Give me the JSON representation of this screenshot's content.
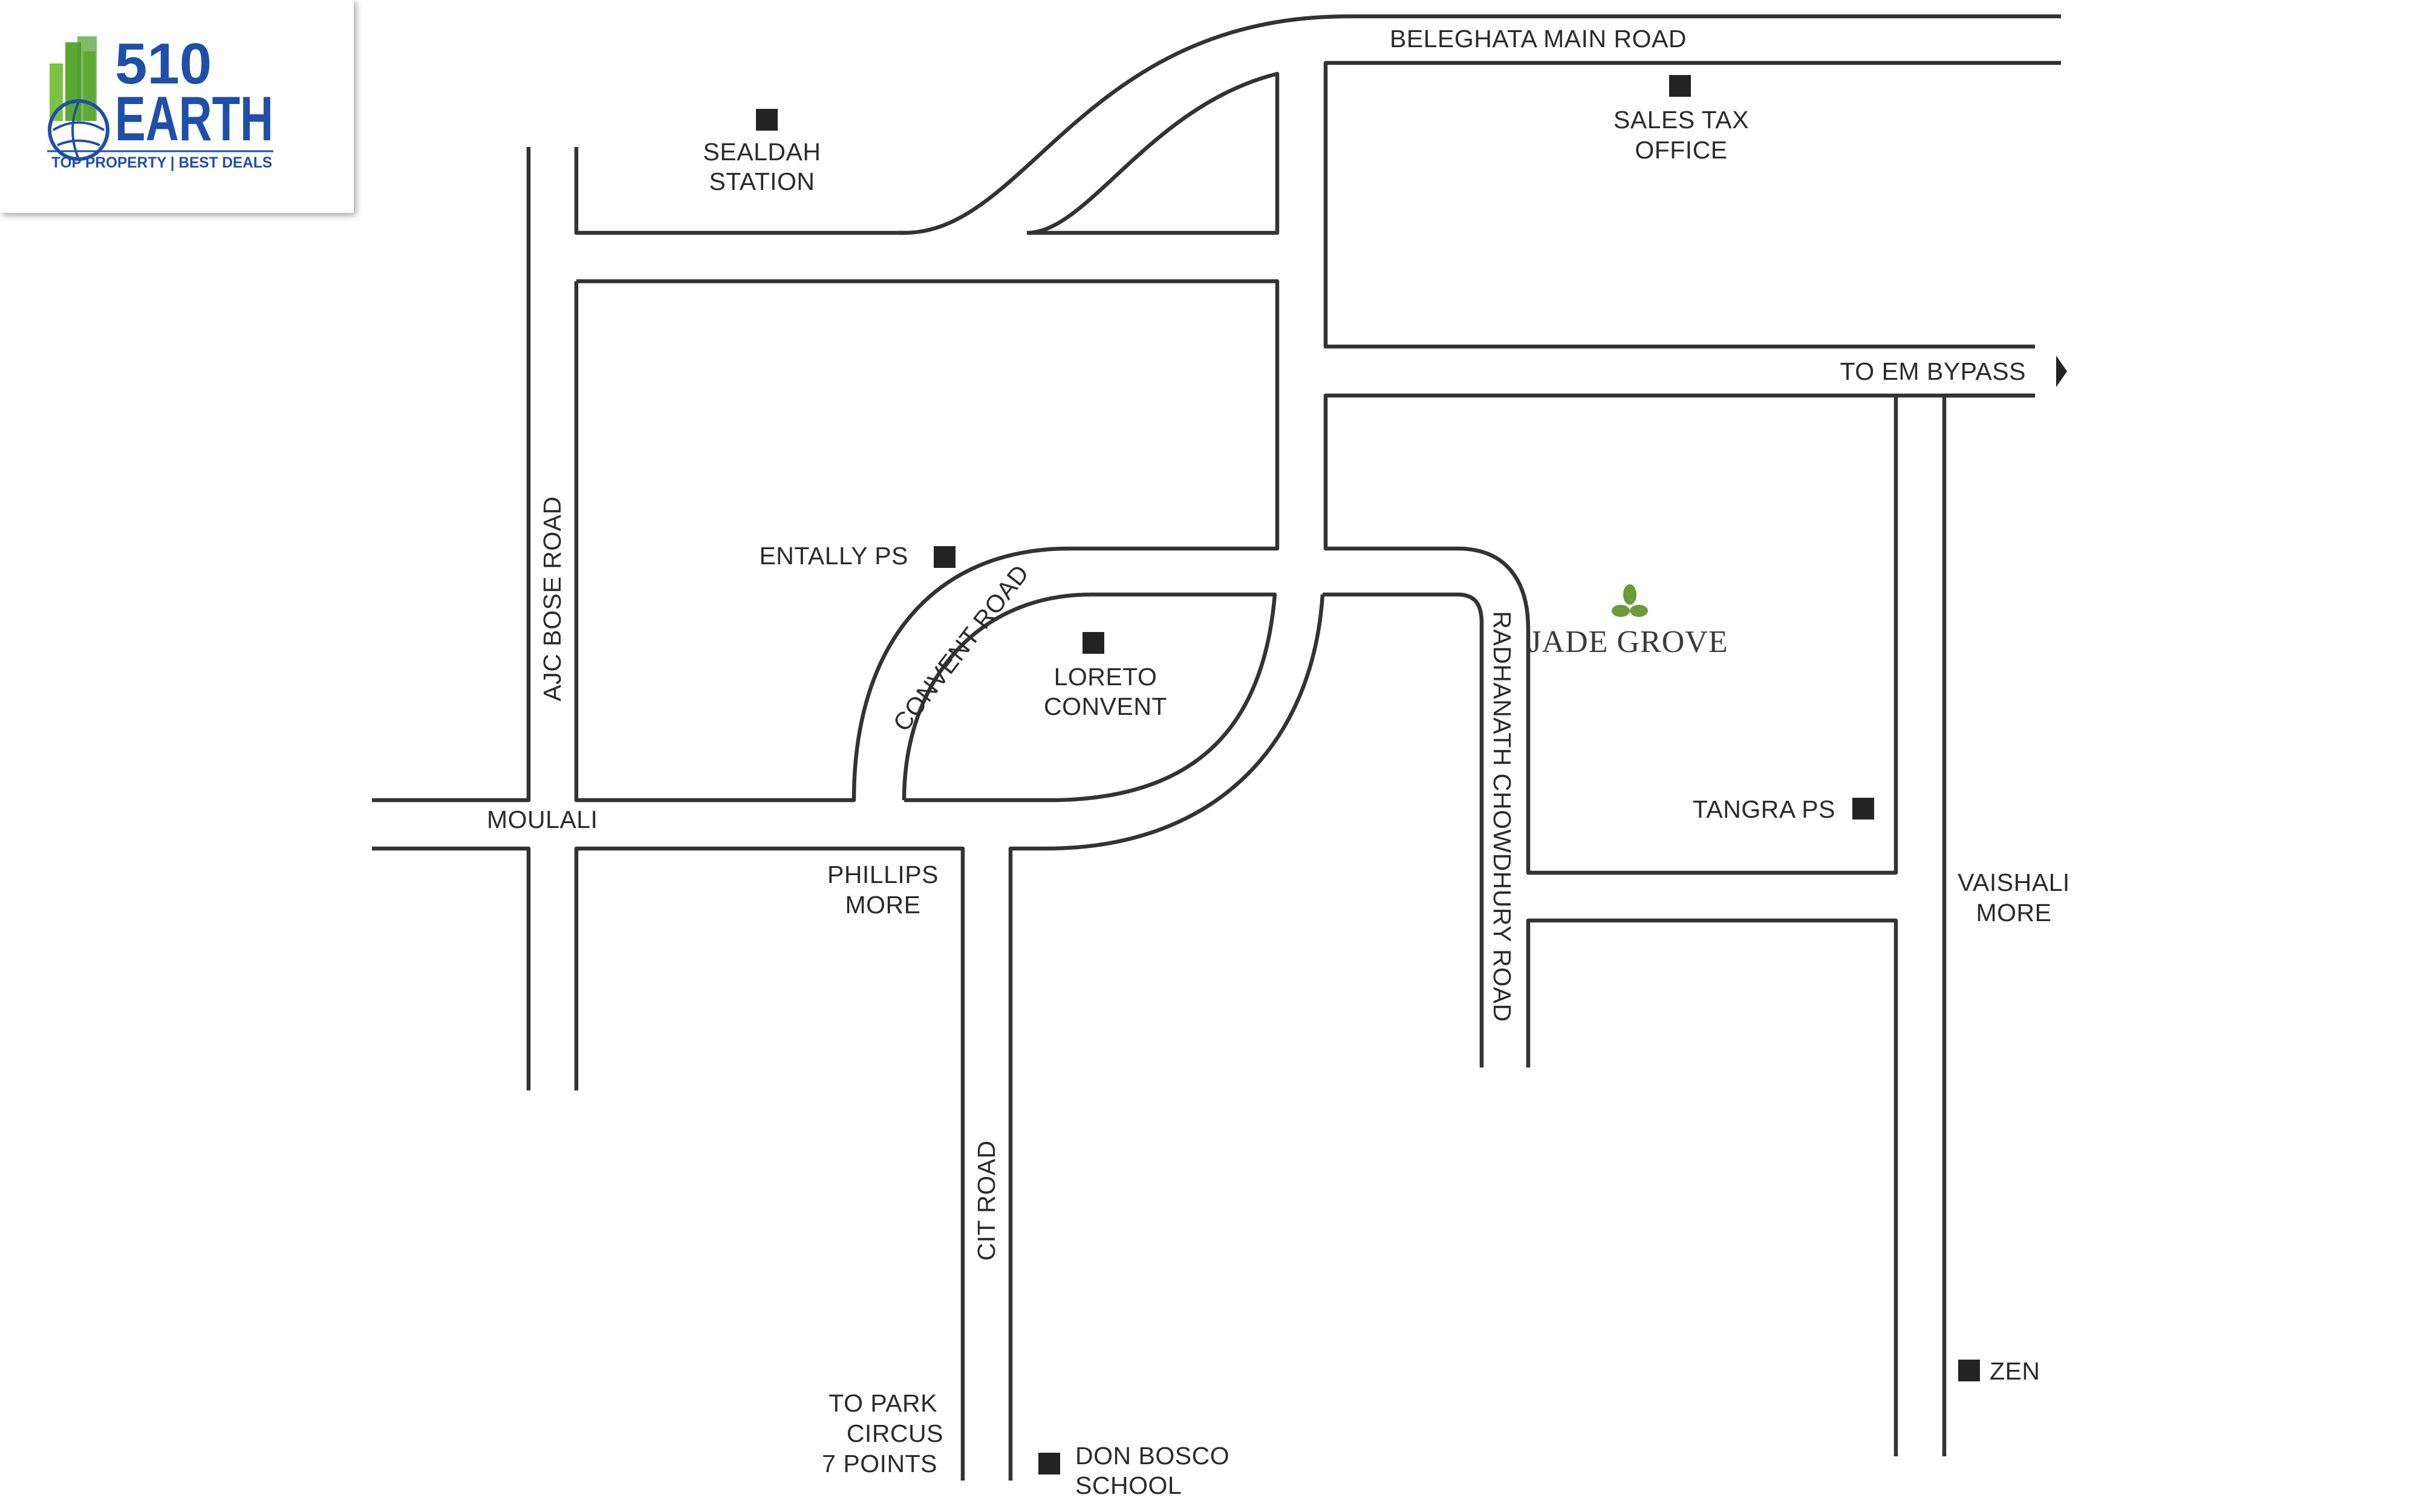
{
  "logo": {
    "number": "510",
    "word": "EARTH",
    "tagline": "TOP PROPERTY | BEST DEALS"
  },
  "roads": {
    "beleghata_main_road": "BELEGHATA MAIN ROAD",
    "to_em_bypass": "TO EM BYPASS",
    "ajc_bose_road": "AJC BOSE ROAD",
    "convent_road": "CONVENT ROAD",
    "radhanath_chowdhury_road": "RADHANATH CHOWDHURY ROAD",
    "cit_road": "CIT ROAD"
  },
  "landmarks": {
    "sealdah_line1": "SEALDAH",
    "sealdah_line2": "STATION",
    "sales_tax_line1": "SALES TAX",
    "sales_tax_line2": "OFFICE",
    "entally_ps": "ENTALLY PS",
    "loreto_line1": "LORETO",
    "loreto_line2": "CONVENT",
    "moulali": "MOULALI",
    "phillips_line1": "PHILLIPS",
    "phillips_line2": "MORE",
    "tangra_ps": "TANGRA PS",
    "vaishali_line1": "VAISHALI",
    "vaishali_line2": "MORE",
    "zen": "ZEN",
    "park_circus_line1": "TO PARK",
    "park_circus_line2": "CIRCUS",
    "park_circus_line3": "7 POINTS",
    "don_bosco_line1": "DON BOSCO",
    "don_bosco_line2": "SCHOOL"
  },
  "project": {
    "name": "JADE GROVE"
  },
  "colors": {
    "road": "#333333",
    "marker": "#232323",
    "brand_blue": "#1f4fa8",
    "brand_green": "#7cc242",
    "leaf_green": "#6a9a3a"
  }
}
